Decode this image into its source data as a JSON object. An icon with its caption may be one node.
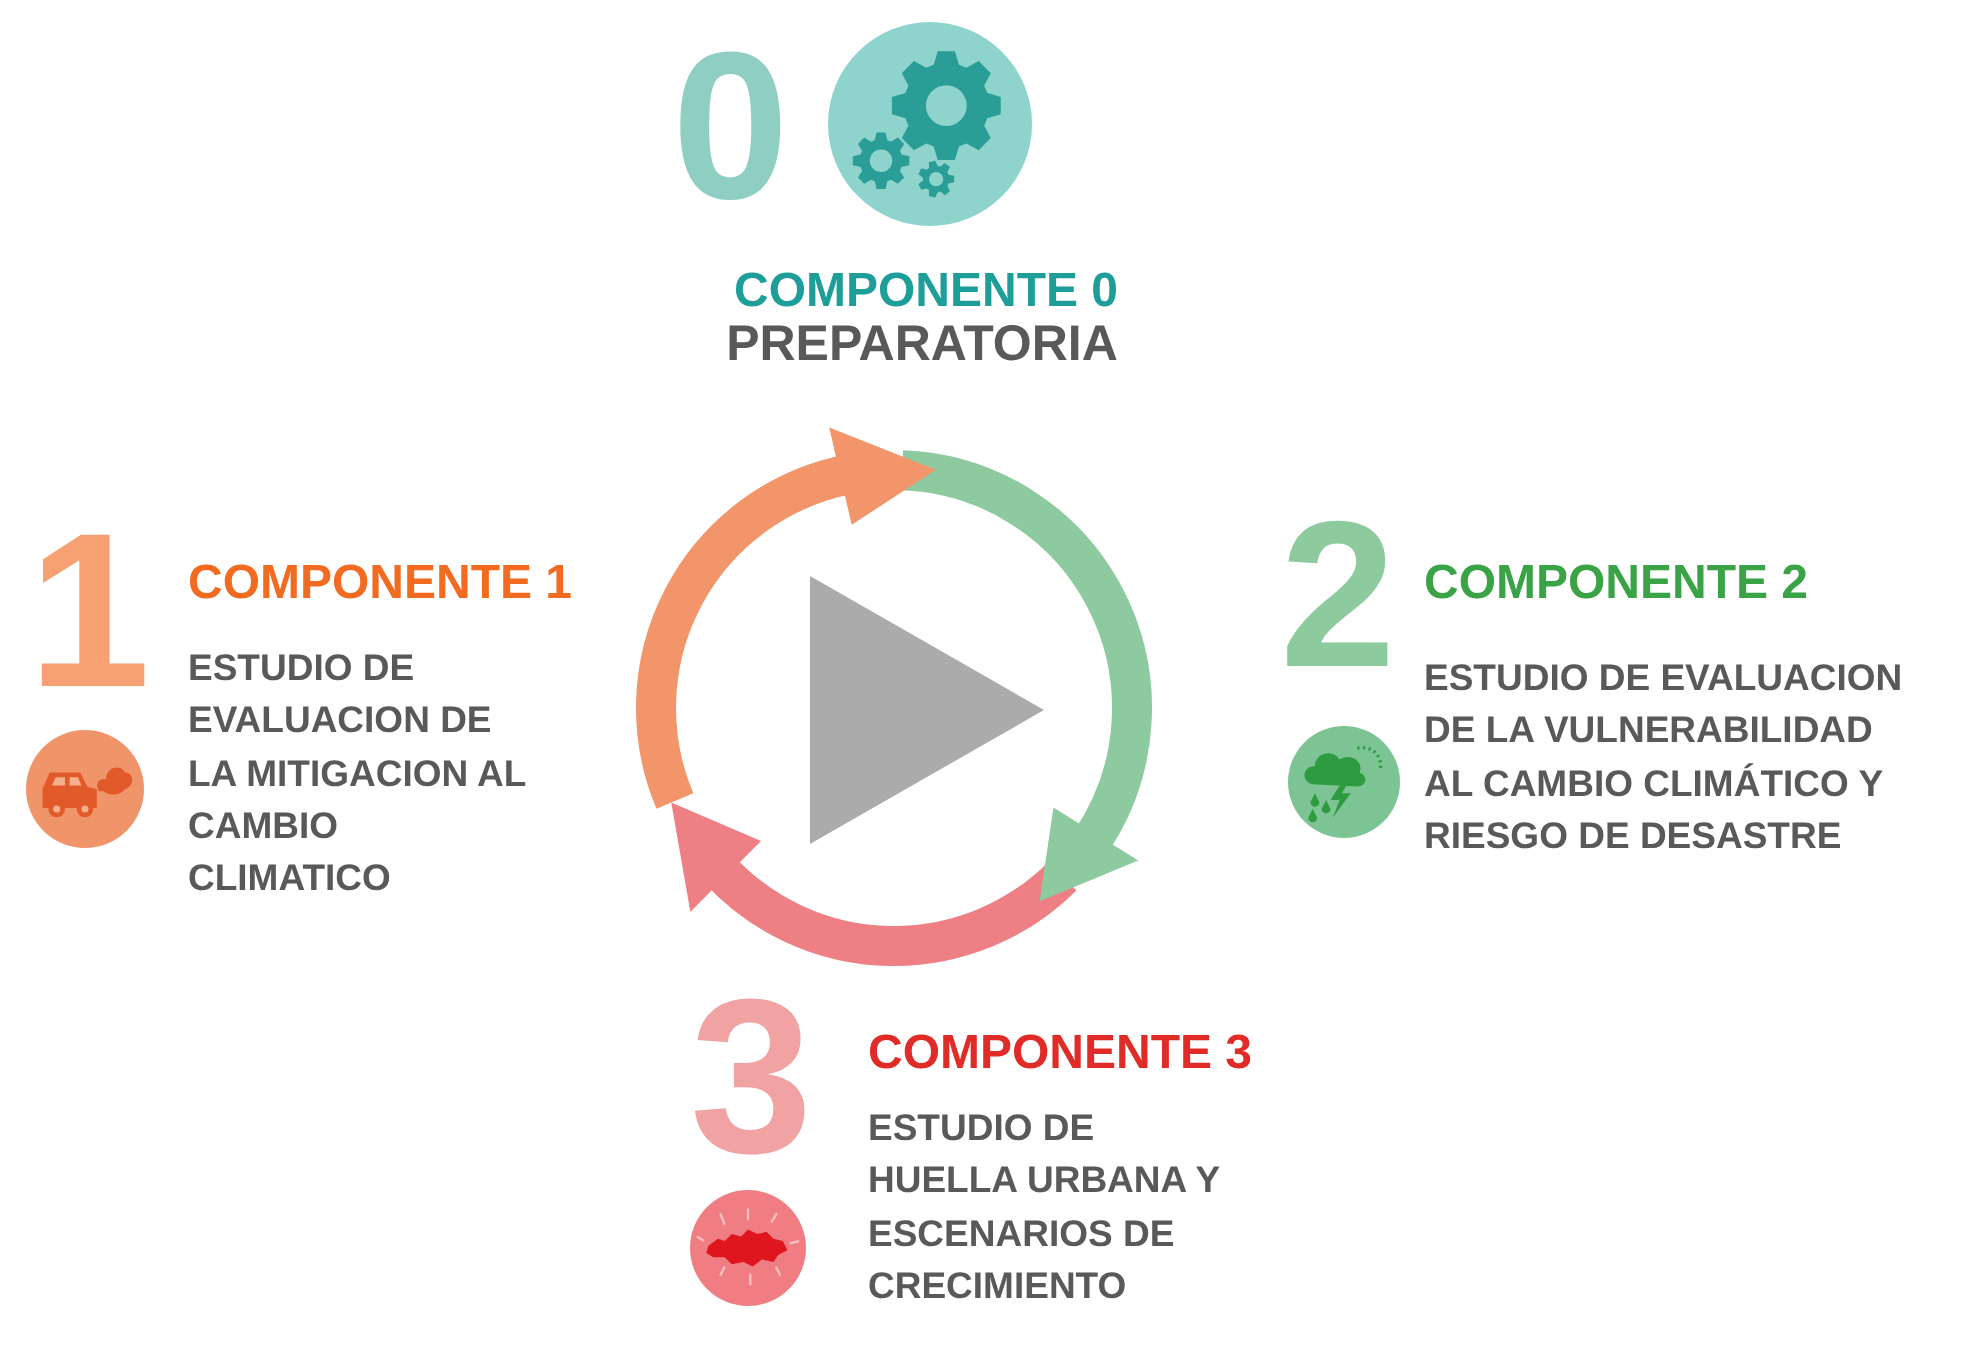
{
  "diagram": {
    "labels": [
      "0",
      "COMPONENTE 0",
      "PREPARATORIA",
      "1",
      "COMPONENTE 1",
      "ESTUDIO DE EVALUACION DE LA MITIGACION AL CAMBIO CLIMATICO",
      "2",
      "COMPONENTE 2",
      "ESTUDIO DE EVALUACION DE LA VULNERABILIDAD AL CAMBIO CLIMÁTICO Y RIESGO DE DESASTRE",
      "3",
      "COMPONENTE 3",
      "ESTUDIO DE HUELLA URBANA Y ESCENARIOS DE CRECIMIENTO"
    ]
  }
}
